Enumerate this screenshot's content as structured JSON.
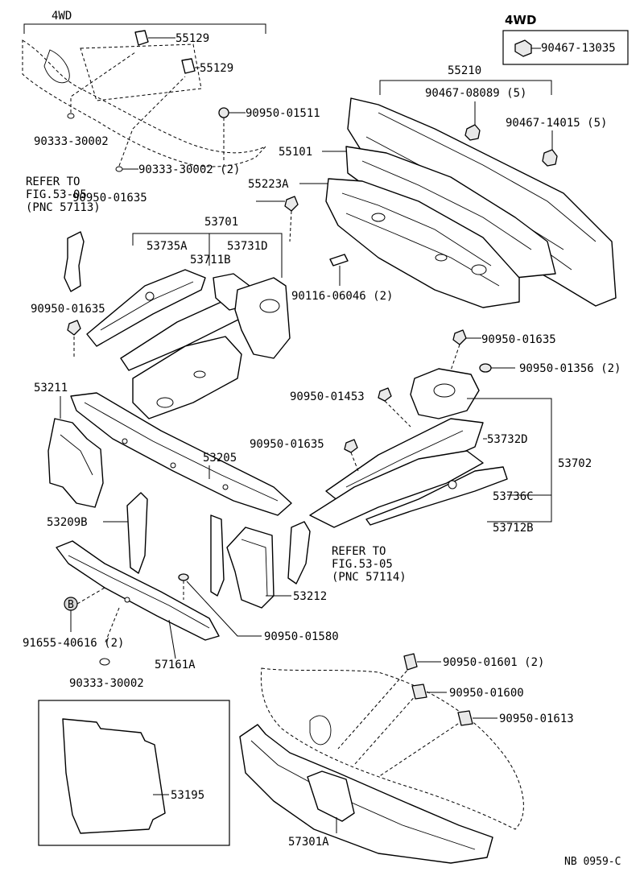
{
  "diagram_code": "NB 0959-C",
  "labels": {
    "top_4wd_left": "4WD",
    "top_4wd_right": "4WD",
    "p55129_a": "55129",
    "p55129_b": "55129",
    "p90950_01511": "90950-01511",
    "p90333_30002_a": "90333-30002",
    "p90333_30002_b": "90333-30002 (2)",
    "p90467_13035": "90467-13035",
    "p55210": "55210",
    "p90467_08089": "90467-08089 (5)",
    "p90467_14015": "90467-14015 (5)",
    "p55101": "55101",
    "p55223A": "55223A",
    "refer1_line1": "REFER TO",
    "refer1_line2": "FIG.53-05",
    "refer1_line3": "(PNC 57113)",
    "p90950_01635_a": "90950-01635",
    "p53701": "53701",
    "p53735A": "53735A",
    "p53731D": "53731D",
    "p53711B": "53711B",
    "p90116_06046": "90116-06046 (2)",
    "p90950_01635_b": "90950-01635",
    "p90950_01635_c": "90950-01635",
    "p90950_01356": "90950-01356 (2)",
    "p90950_01453": "90950-01453",
    "p53211": "53211",
    "p90950_01635_d": "90950-01635",
    "p53732D": "53732D",
    "p53702": "53702",
    "p53205": "53205",
    "p53736C": "53736C",
    "p53712B": "53712B",
    "p53209B": "53209B",
    "refer2_line1": "REFER TO",
    "refer2_line2": "FIG.53-05",
    "refer2_line3": "(PNC 57114)",
    "p53212": "53212",
    "badge_b": "B",
    "p91655_40616": "91655-40616 (2)",
    "p90950_01580": "90950-01580",
    "p57161A": "57161A",
    "p90333_30002_c": "90333-30002",
    "p90950_01601": "90950-01601 (2)",
    "p90950_01600": "90950-01600",
    "p90950_01613": "90950-01613",
    "p53195": "53195",
    "p57301A": "57301A"
  }
}
